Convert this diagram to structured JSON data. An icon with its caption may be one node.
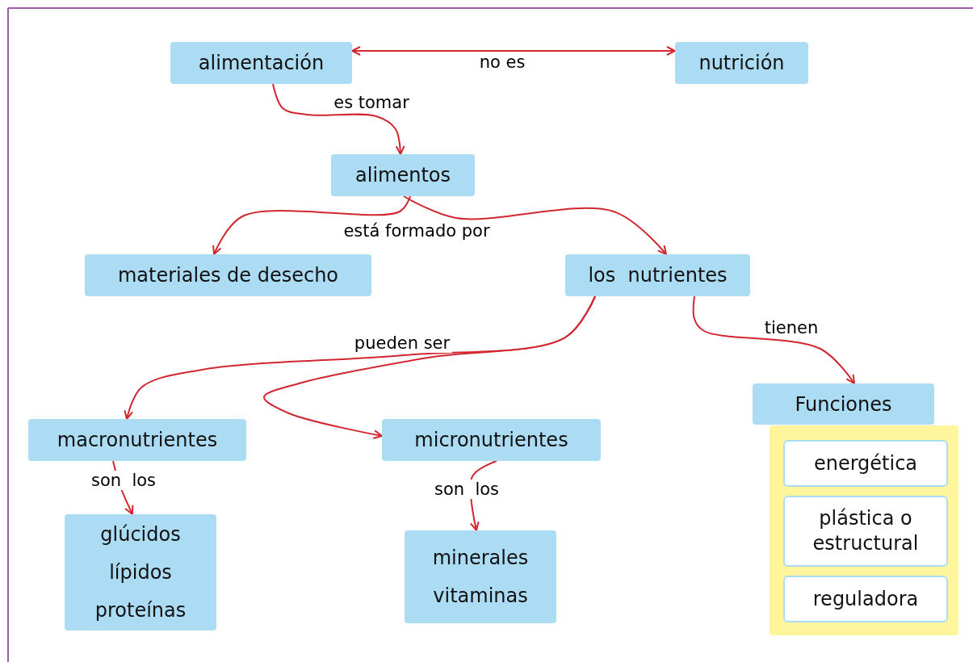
{
  "diagram": {
    "nodes": [
      {
        "text": [
          "alimentación"
        ]
      },
      {
        "text": [
          "nutrición"
        ]
      },
      {
        "text": [
          "alimentos"
        ]
      },
      {
        "text": [
          "materiales de desecho"
        ]
      },
      {
        "text": [
          "los  nutrientes"
        ]
      },
      {
        "text": [
          "macronutrientes"
        ]
      },
      {
        "text": [
          "micronutrientes"
        ]
      },
      {
        "text": [
          "Funciones"
        ]
      },
      {
        "text": [],
        "shape": "box"
      },
      {
        "text": [
          "energética"
        ],
        "in": 8
      },
      {
        "text": [
          "plástica o estructural"
        ],
        "in": 8
      },
      {
        "text": [
          "reguladora"
        ],
        "in": 8
      },
      {
        "text": [
          "glúcidos",
          "lípidos",
          "proteínas"
        ]
      },
      {
        "text": [
          "minerales",
          "vitaminas"
        ]
      }
    ],
    "edges": [
      {
        "from": 0,
        "to": 1,
        "arrow": "both",
        "label": "no es"
      },
      {
        "from": 0,
        "to": 2,
        "arrow": "to",
        "label": "es tomar"
      },
      {
        "from": 2,
        "to": 3,
        "arrow": "to",
        "label": "está formado por"
      },
      {
        "from": 2,
        "to": 4,
        "arrow": "to"
      },
      {
        "from": 4,
        "to": 5,
        "arrow": "to",
        "label": "pueden ser"
      },
      {
        "from": 4,
        "to": 6,
        "arrow": "to"
      },
      {
        "from": 4,
        "to": 7,
        "arrow": "to",
        "label": "tienen"
      },
      {
        "from": 5,
        "to": 12,
        "arrow": "to",
        "label": "son  los"
      },
      {
        "from": 6,
        "to": 13,
        "arrow": "to",
        "label": "son  los"
      }
    ]
  }
}
